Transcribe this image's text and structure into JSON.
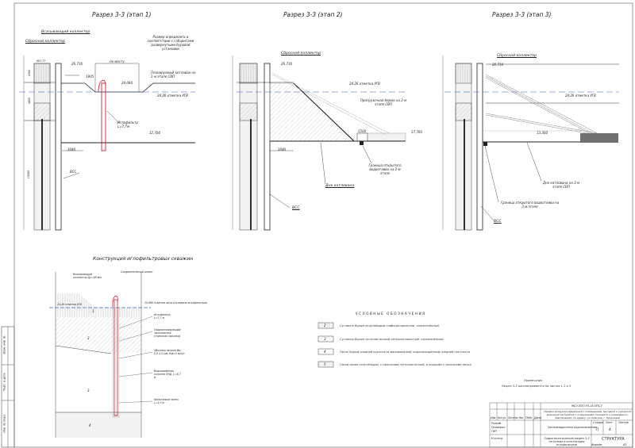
{
  "sections": [
    {
      "title": "Разрез 3-3 (этап 1)",
      "labels": {
        "collector_inlet": "Всасывающий коллектор",
        "collector_outlet": "Сбросной коллектор",
        "size_note": "Размер определить в соответствии с габаритами развернутыми буровой установки",
        "on_site": "по месту",
        "level_top": "26,716",
        "dim_small": "1905",
        "level_mid": "24,060",
        "planned_pit": "Планируемый котлован на 1-м этапе СВП",
        "gwl": "24,26 отметка УГВ",
        "wellpoint": "Иглофильтр L=7,7м",
        "level_bottom": "12,700",
        "dim_wall": "3040",
        "wall": "ВСС"
      }
    },
    {
      "title": "Разрез 3-3 (этап 2)",
      "labels": {
        "collector_outlet": "Сбросной коллектор",
        "level_top": "26,716",
        "gwl": "24,26 отметка УГВ",
        "berm": "Пригрузочная берма на 2-м этапе СВП",
        "dim_small": "1500",
        "level_right": "17,760",
        "dim_wall": "3040",
        "drainage_boundary": "Граница открытого водоотлива на 2-м этапе",
        "pit_bottom": "Дно котлована",
        "wall": "ВСС"
      }
    },
    {
      "title": "Разрез 3-3 (этап 3)",
      "labels": {
        "collector_outlet": "Сбросной коллектор",
        "level_top": "26,716",
        "gwl": "24,26 отметка УГВ",
        "level_bottom": "13,300",
        "pit_bottom": "Дно котлована на 3-м этапе СВП",
        "drainage_boundary": "Граница открытого водоотлива на 3-м этапе",
        "wall": "ВСС"
      }
    }
  ],
  "borehole_levels": [
    "607.77",
    "2560",
    "4800",
    "10000"
  ],
  "construction": {
    "title": "Конструкция иглофильтровых скважин",
    "labels": {
      "suction": "Всасывающий коллектор Ду=89 мм",
      "hose": "Соединительный шланг",
      "gwl": "24,26 отметка УГВ",
      "pit_level": "25,660 отметка низа котлована иглофильтров",
      "wellpoint": "Иглофильтр L=7,7 м",
      "hydro": "Гидроизолирующий заполнитель (глиняная засыпка)",
      "filter_fill": "Обсыпка песком Фр. 0,5-2,0 мм; Кф>5 м/сут",
      "casing": "Водоприёмная колонна ПНД, L=6,7 м",
      "filter": "Фильтровое звено L=1,0 м"
    },
    "layers": [
      "1",
      "2",
      "3",
      "4"
    ]
  },
  "legend": {
    "title": "УСЛОВНЫЕ ОБОЗНАЧЕНИЯ",
    "items": [
      {
        "num": "2",
        "text": "Суглинок бурый полутвёрдый слабопесчанистый, ожелезнённый"
      },
      {
        "num": "3",
        "text": "Суглинок бурый тугопластичный легкопесчанистый, ожелезнённый"
      },
      {
        "num": "4",
        "text": "Песок бурый средней крупности маловлажный, водонасыщенный средней плотности"
      },
      {
        "num": "5",
        "text": "Глина серая полутвёрдая, с прослоями тугопластичной, в подошве с прослоями песка"
      }
    ]
  },
  "notes": {
    "heading": "Примечания",
    "text": "Разрез 3-3 рассматривается на листах 1,2 и 3"
  },
  "title_block": {
    "code": "МСЭ-ПОП-РЗ-25-ППС3",
    "project": "«Замена воздушно-дренажной с помещением, бытовкой и городской дорожной застройкой с сооружением питьевого и инженерного обеспечения» по адресу: ул. Красная, г. Краснодар",
    "stage": "Стадия",
    "sheet": "Лист",
    "sheets": "Листов",
    "stage_val": "П",
    "sheet_val": "4",
    "section_name": "Организационное водопонижение",
    "drawing_name": "Гидрогеологический разрез 3-3 на этапах и конструкция иглофильтров",
    "roles": [
      "Разраб.",
      "Проверил",
      "ГИП",
      "Н.контр."
    ],
    "headers": [
      "Изм.",
      "Кол.уч",
      "Лист",
      "№ док.",
      "Подп.",
      "Дата"
    ],
    "company": "СТРУКТУРА",
    "format": "Формат",
    "format_val": "А3"
  },
  "stamps": [
    "Взам. инв. №",
    "Подп. и дата",
    "Инв. № подл."
  ],
  "colors": {
    "line": "#222222",
    "water": "#4060c0",
    "wellpoint": "#d02030",
    "hatch": "#999999"
  }
}
